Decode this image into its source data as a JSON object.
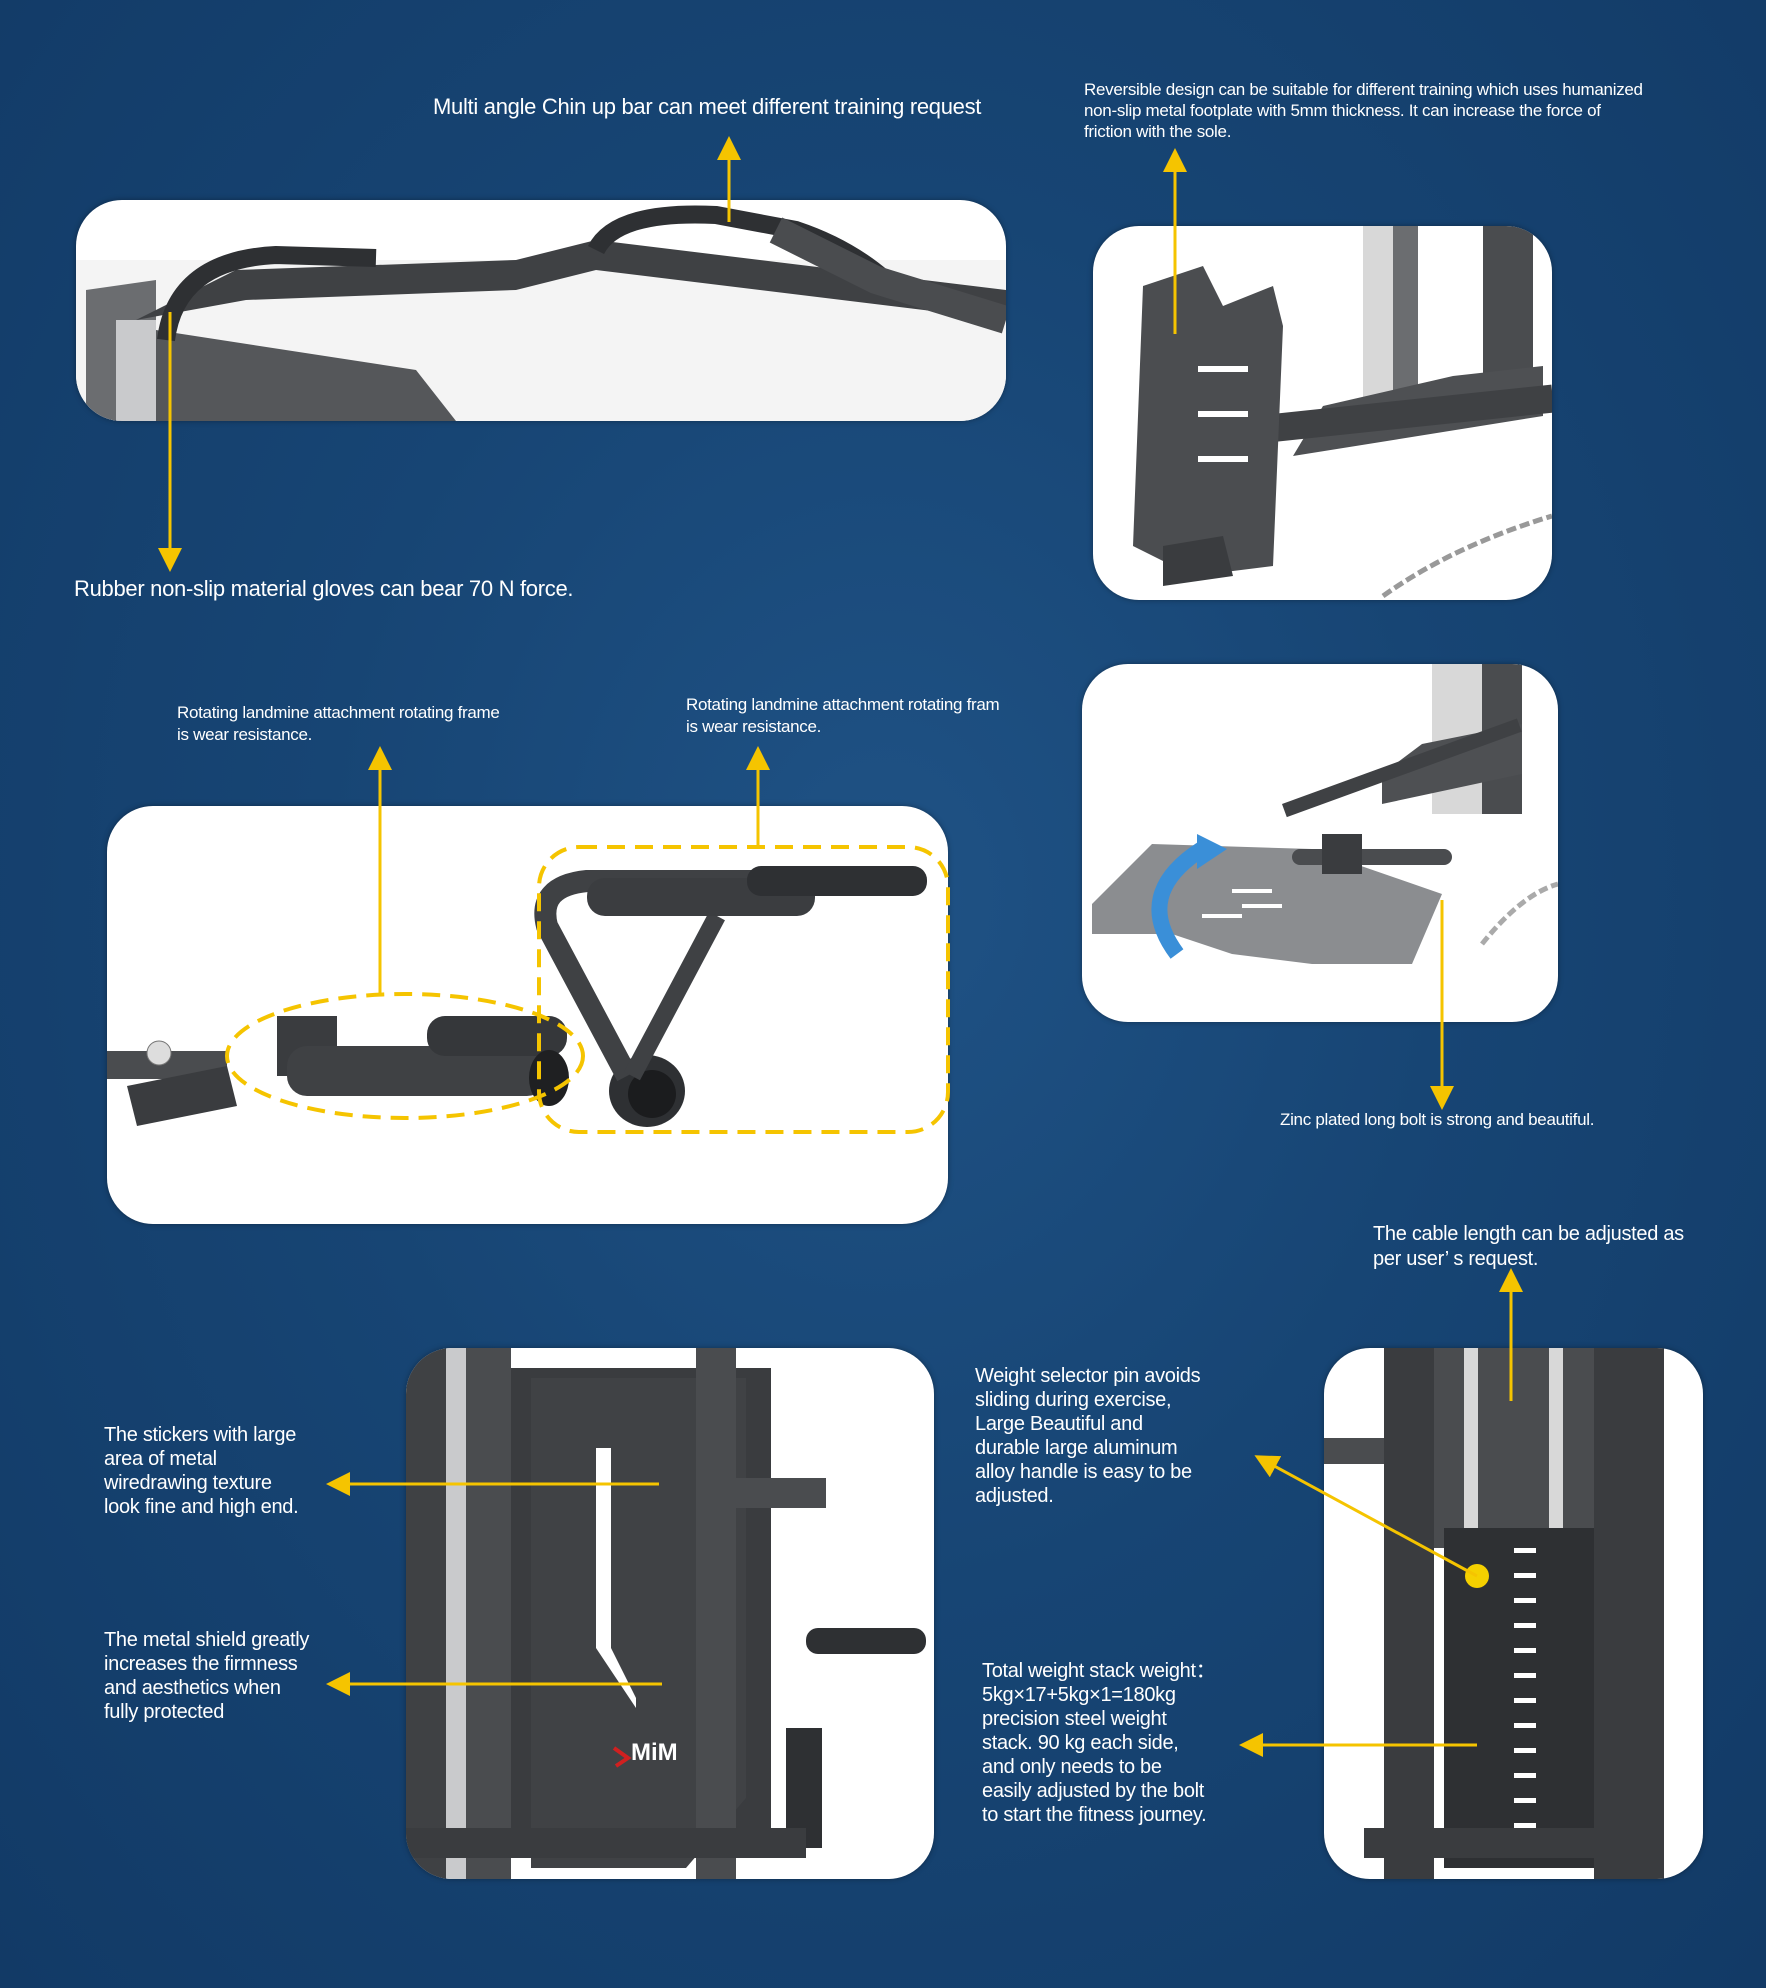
{
  "colors": {
    "background": "#174574",
    "accent": "#f5c400",
    "metal": "#3f4144",
    "panel": "#ffffff"
  },
  "callouts": {
    "chin_up": "Multi angle Chin up  bar can meet different training request",
    "gloves": "Rubber non-slip material gloves can bear 70 N force.",
    "footplate": "Reversible design can be suitable for different training which uses humanized\nnon-slip metal footplate with 5mm thickness. It  can increase the force of\nfriction with the sole.",
    "landmine_1": "Rotating landmine attachment rotating frame\nis wear resistance.",
    "landmine_2": "Rotating landmine attachment rotating fram\nis wear resistance.",
    "zinc_bolt": "Zinc plated long bolt is strong and beautiful.",
    "cable": "The cable length can be adjusted as\nper user’  s request.",
    "selector_pin": "Weight selector pin avoids\nsliding during exercise,\nLarge Beautiful and\ndurable large aluminum\nalloy handle is easy to be\nadjusted.",
    "weight_stack": "Total weight stack weight：\n5kg×17+5kg×1=180kg\nprecision steel weight\nstack. 90 kg each side,\nand only needs to be\neasily adjusted by the bolt\nto start the fitness journey.",
    "stickers": "The stickers with large\narea of metal\nwiredrawing texture\nlook fine and high end.",
    "shield": "The metal shield greatly\nincreases the firmness\nand aesthetics when\nfully protected"
  },
  "logo": {
    "brand": "MiM"
  }
}
